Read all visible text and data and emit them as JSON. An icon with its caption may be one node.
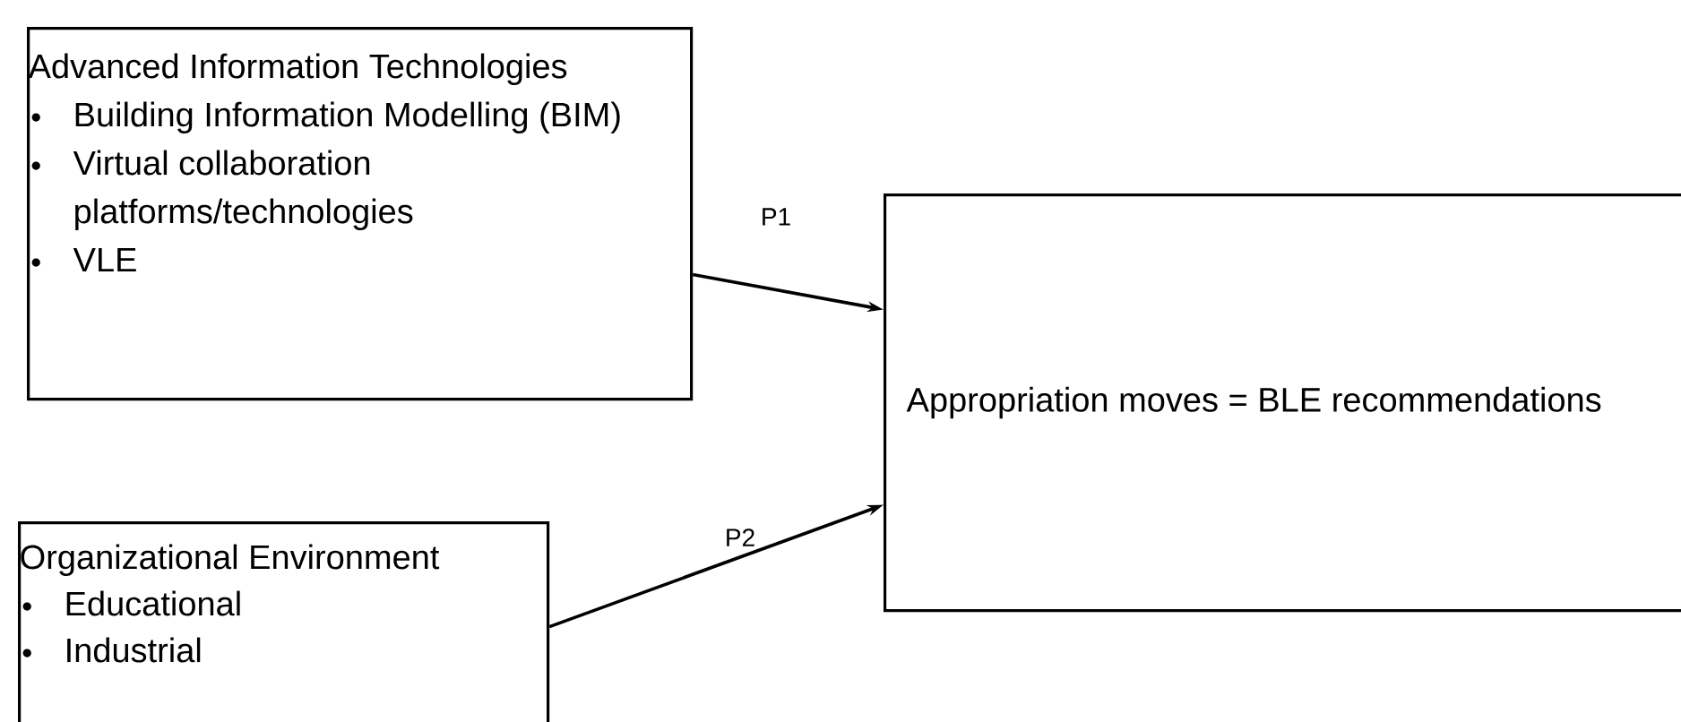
{
  "diagram": {
    "nodes": [
      {
        "text": [
          "Advanced Information Technologies",
          "Building Information Modelling (BIM)",
          "Virtual collaboration platforms/technologies",
          "VLE"
        ]
      },
      {
        "text": [
          "Organizational Environment",
          "Educational",
          "Industrial"
        ]
      },
      {
        "text": [
          "Appropriation moves = BLE recommendations"
        ]
      }
    ],
    "edges": [
      {
        "from": 0,
        "to": 2,
        "arrow": "to",
        "label": "P1"
      },
      {
        "from": 1,
        "to": 2,
        "arrow": "to",
        "label": "P2"
      }
    ]
  }
}
